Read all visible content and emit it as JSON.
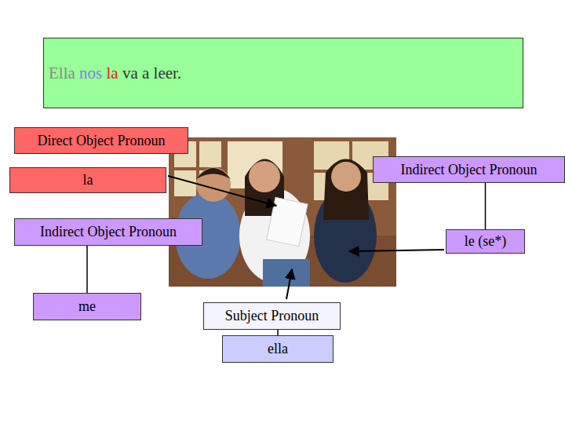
{
  "diagram": {
    "nodes": [
      {
        "text": [
          "Ella",
          "nos",
          "la",
          "va a leer."
        ]
      },
      {
        "text": [
          "Direct Object Pronoun"
        ]
      },
      {
        "text": [
          "Indirect Object Pronoun"
        ]
      },
      {
        "text": [
          "la"
        ]
      },
      {
        "text": [
          "Indirect Object Pronoun"
        ]
      },
      {
        "text": [
          "le (se*)"
        ]
      },
      {
        "text": [
          "me"
        ]
      },
      {
        "text": [
          "Subject Pronoun"
        ]
      },
      {
        "text": [
          "ella"
        ]
      }
    ],
    "edges": [
      {
        "from": 2,
        "to": 5,
        "arrow": "none"
      },
      {
        "from": 4,
        "to": 6,
        "arrow": "none"
      },
      {
        "from": 7,
        "to": 8,
        "arrow": "none"
      }
    ]
  }
}
